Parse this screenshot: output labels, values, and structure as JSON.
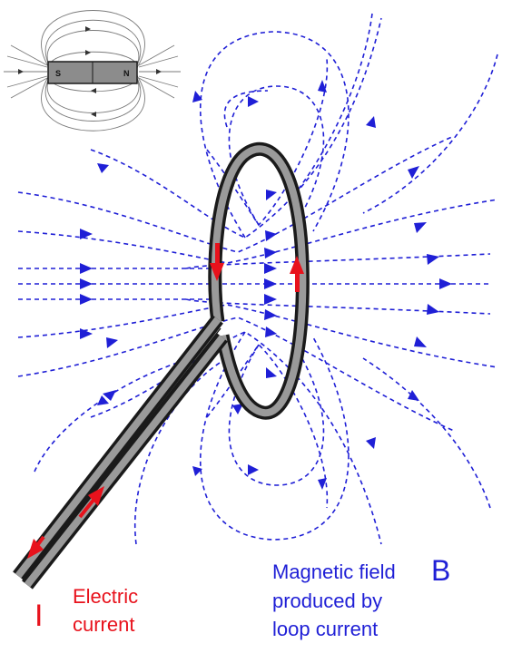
{
  "inset": {
    "magnet_south_label": "S",
    "magnet_north_label": "N"
  },
  "labels": {
    "current_symbol": "I",
    "current_line1": "Electric",
    "current_line2": "current",
    "field_line1": "Magnetic field",
    "field_symbol": "B",
    "field_line2": "produced by",
    "field_line3": "loop current"
  },
  "colors": {
    "field": "#1f1fd6",
    "current": "#e8121c",
    "wire": "#9a9a9a",
    "wire_outline": "#1a1a1a",
    "magnet": "#8c8c8c"
  }
}
